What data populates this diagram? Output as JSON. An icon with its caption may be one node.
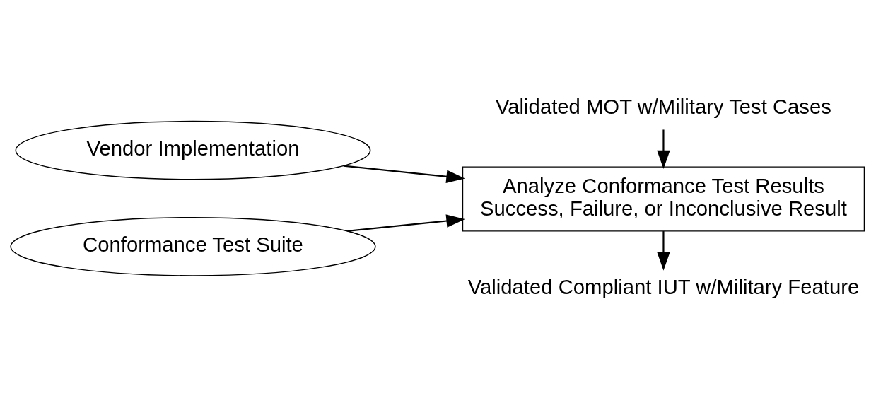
{
  "diagram": {
    "nodes": [
      {
        "text": [
          "Validated MOT w/Military Test Cases"
        ]
      },
      {
        "text": [
          "Vendor Implementation"
        ]
      },
      {
        "text": [
          "Conformance Test Suite"
        ]
      },
      {
        "text": [
          "Analyze Conformance Test Results",
          "Success, Failure, or Inconclusive Result"
        ]
      },
      {
        "text": [
          "Validated Compliant IUT w/Military Feature"
        ]
      }
    ],
    "edges": [
      {
        "from": 0,
        "to": 3,
        "arrow": "to"
      },
      {
        "from": 1,
        "to": 3,
        "arrow": "to"
      },
      {
        "from": 2,
        "to": 3,
        "arrow": "to"
      },
      {
        "from": 3,
        "to": 4,
        "arrow": "to"
      }
    ]
  }
}
